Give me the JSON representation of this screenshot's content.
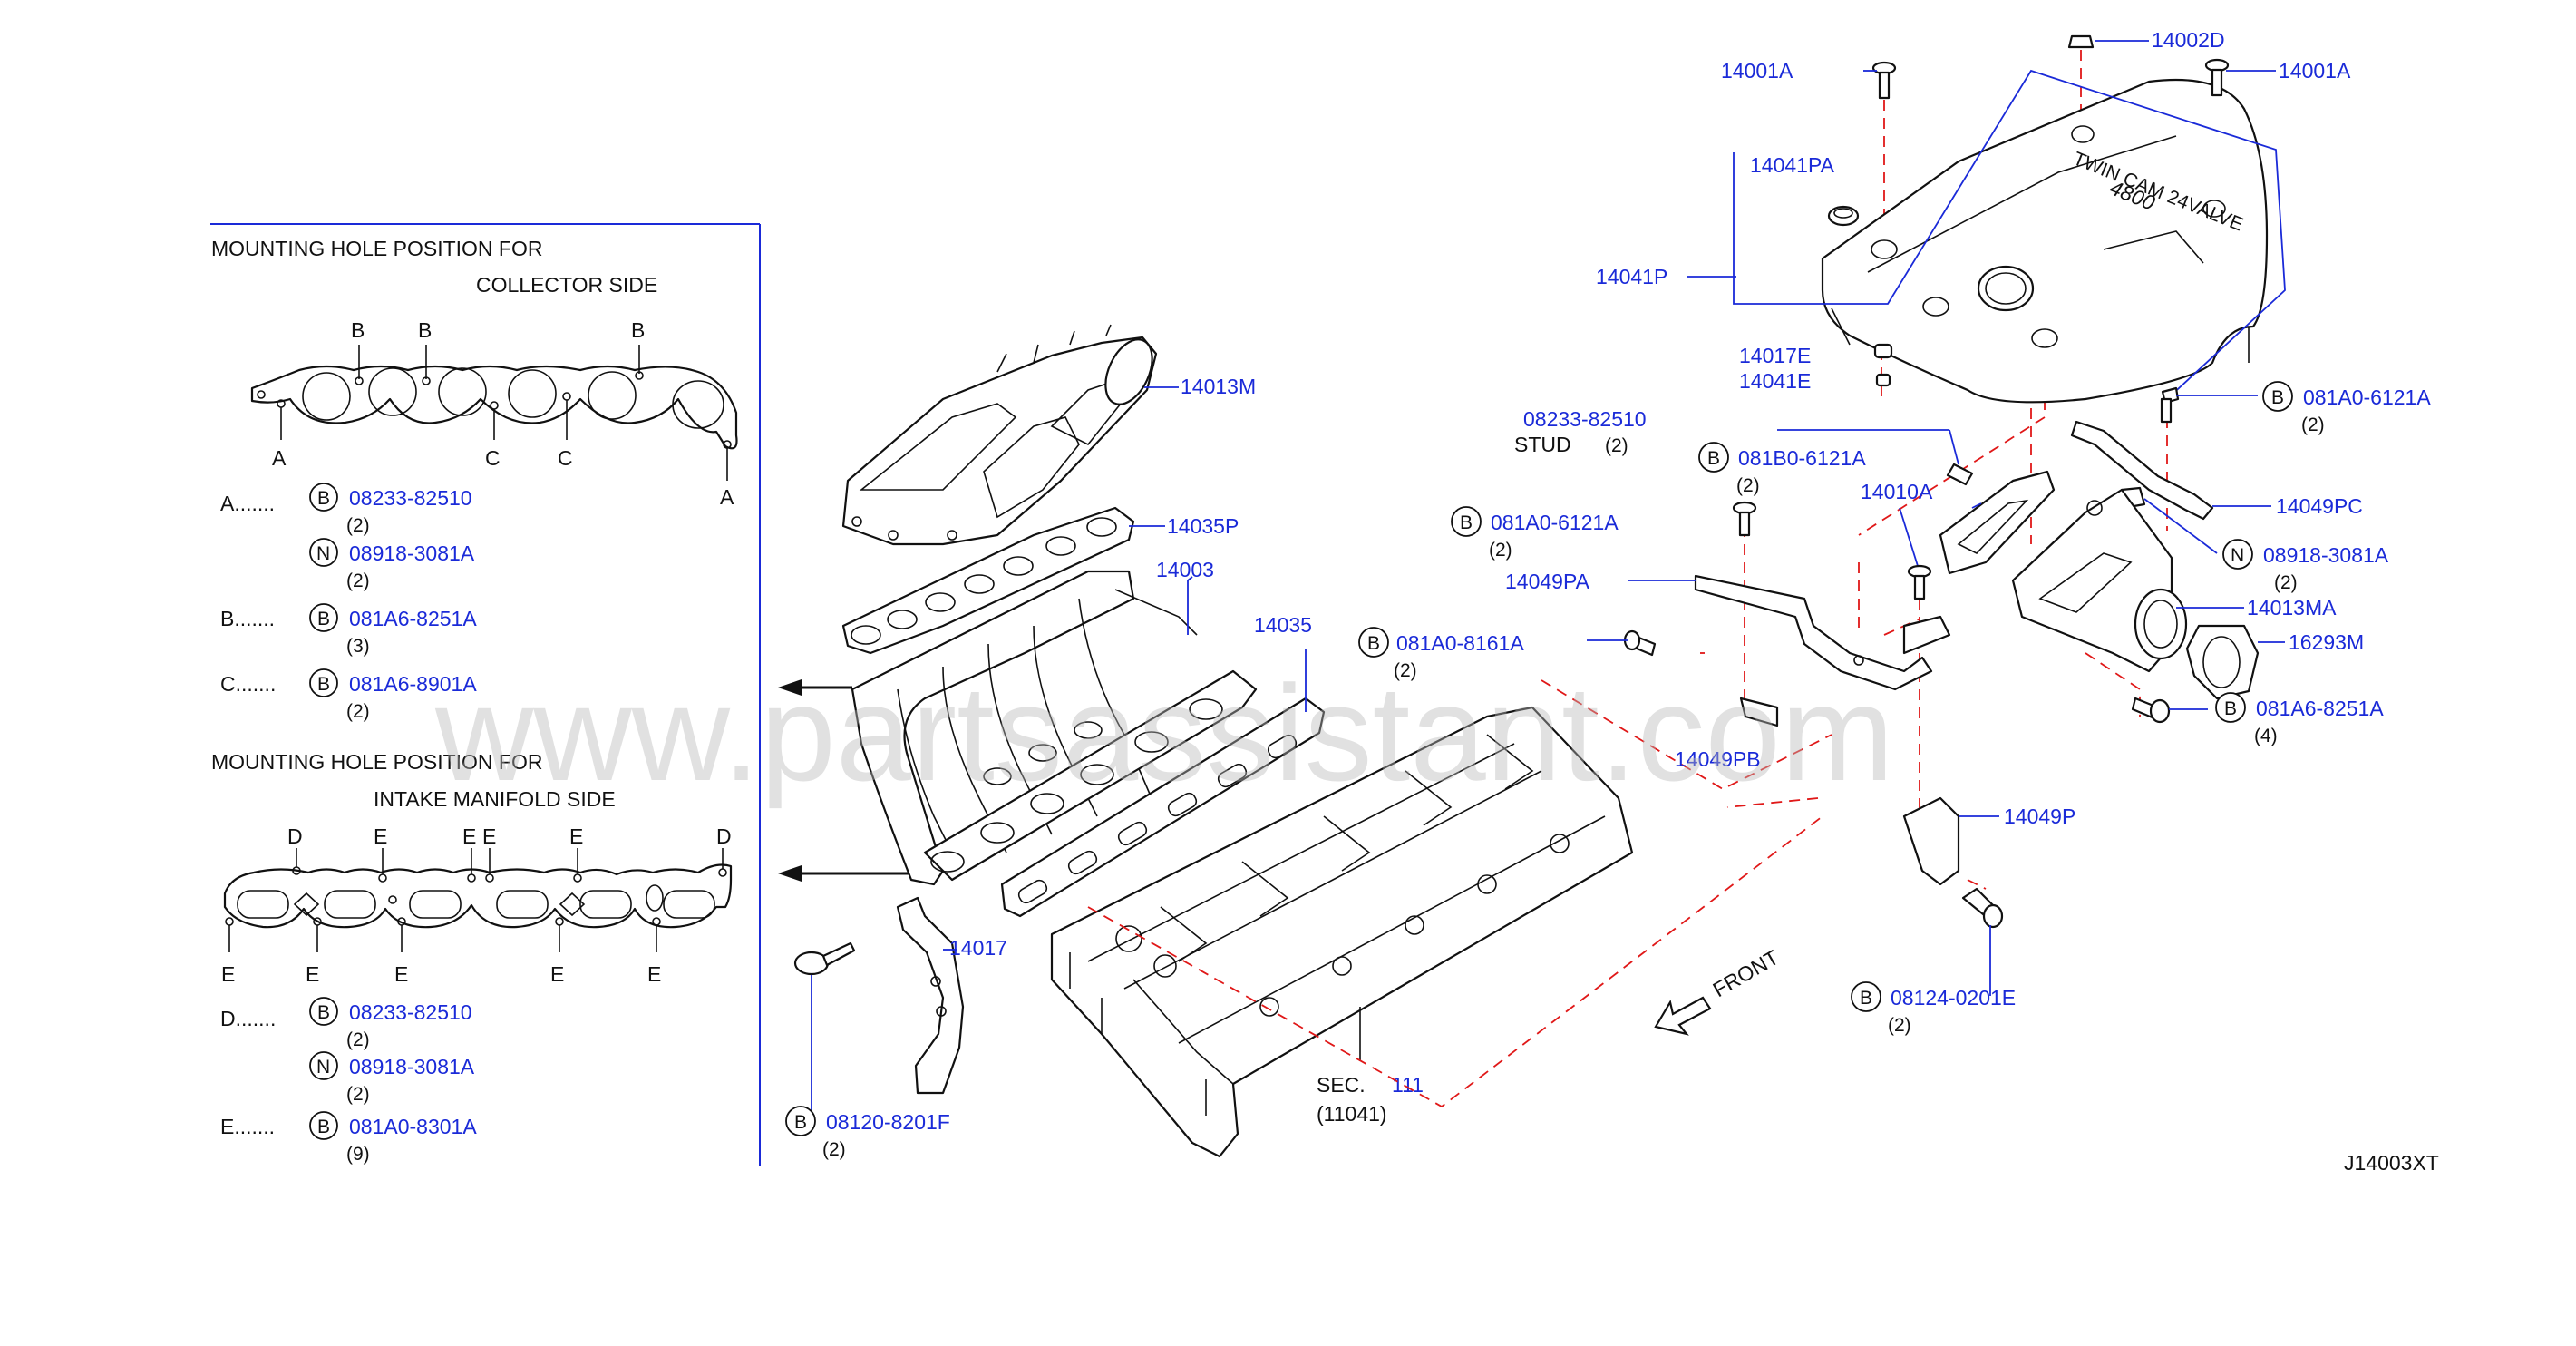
{
  "watermark": "www.partsassistant.com",
  "diagram_code": "J14003XT",
  "legend_panel": {
    "collector": {
      "title_line1": "MOUNTING   HOLE   POSITION   FOR",
      "title_line2": "COLLECTOR   SIDE",
      "markers": {
        "a": "A",
        "b": "B",
        "c": "C"
      },
      "rows": [
        {
          "key": "A.......",
          "items": [
            {
              "circle": "B",
              "part": "08233-82510",
              "qty": "(2)"
            },
            {
              "circle": "N",
              "part": "08918-3081A",
              "qty": "(2)"
            }
          ]
        },
        {
          "key": "B.......",
          "items": [
            {
              "circle": "B",
              "part": "081A6-8251A",
              "qty": "(3)"
            }
          ]
        },
        {
          "key": "C.......",
          "items": [
            {
              "circle": "B",
              "part": "081A6-8901A",
              "qty": "(2)"
            }
          ]
        }
      ]
    },
    "intake": {
      "title_line1": "MOUNTING   HOLE   POSITION   FOR",
      "title_line2": "INTAKE   MANIFOLD   SIDE",
      "markers": {
        "d": "D",
        "e": "E"
      },
      "rows": [
        {
          "key": "D.......",
          "items": [
            {
              "circle": "B",
              "part": "08233-82510",
              "qty": "(2)"
            },
            {
              "circle": "N",
              "part": "08918-3081A",
              "qty": "(2)"
            }
          ]
        },
        {
          "key": "E.......",
          "items": [
            {
              "circle": "B",
              "part": "081A0-8301A",
              "qty": "(9)"
            }
          ]
        }
      ]
    }
  },
  "callouts": {
    "p14013M": "14013M",
    "p14035P": "14035P",
    "p14003": "14003",
    "p14035": "14035",
    "p14017": "14017",
    "b08120": {
      "circle": "B",
      "part": "08120-8201F",
      "qty": "(2)"
    },
    "sec_label": "SEC.",
    "sec_num": "111",
    "sec_sub": "(11041)",
    "front": "FRONT",
    "p14001A_l": "14001A",
    "p14002D": "14002D",
    "p14001A_r": "14001A",
    "p14041PA": "14041PA",
    "p14041P": "14041P",
    "p14017E": "14017E",
    "p14041E": "14041E",
    "stud_part": "08233-82510",
    "stud_label": "STUD",
    "stud_qty": "(2)",
    "b081B0": {
      "circle": "B",
      "part": "081B0-6121A",
      "qty": "(2)"
    },
    "p14010A": "14010A",
    "b081A0_6121_l": {
      "circle": "B",
      "part": "081A0-6121A",
      "qty": "(2)"
    },
    "p14049PA": "14049PA",
    "b081A0_8161": {
      "circle": "B",
      "part": "081A0-8161A",
      "qty": "(2)"
    },
    "p14049PB": "14049PB",
    "b081A0_6121_r": {
      "circle": "B",
      "part": "081A0-6121A",
      "qty": "(2)"
    },
    "p14049PC": "14049PC",
    "n08918": {
      "circle": "N",
      "part": "08918-3081A",
      "qty": "(2)"
    },
    "p14013MA": "14013MA",
    "p16293M": "16293M",
    "b081A6": {
      "circle": "B",
      "part": "081A6-8251A",
      "qty": "(4)"
    },
    "p14049P": "14049P",
    "b08124": {
      "circle": "B",
      "part": "08124-0201E",
      "qty": "(2)"
    }
  },
  "engine_cover_text": {
    "model": "4800",
    "sub": "TWIN  CAM  24VALVE"
  }
}
